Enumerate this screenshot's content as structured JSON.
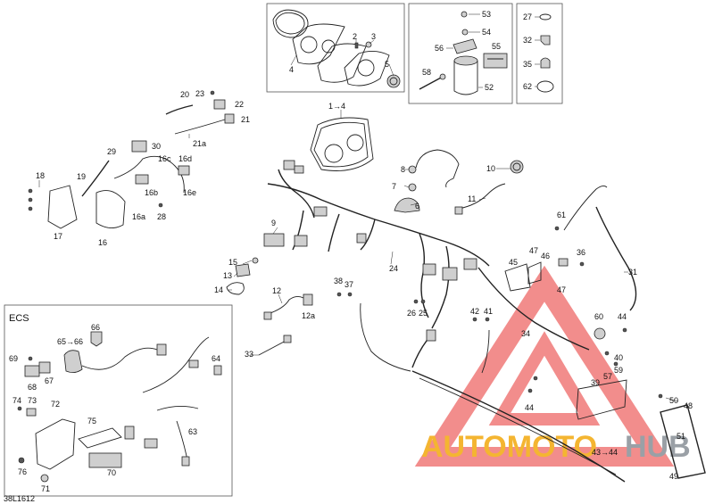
{
  "diagram": {
    "drawing_ref": "38L1612",
    "inset_title": "ECS",
    "logo": {
      "text_auto": "AUTOMOTO",
      "text_hub": "HUB",
      "colors": {
        "triangle": "#e8302e",
        "auto": "#f4b531",
        "hub": "#9aa0a6"
      }
    },
    "labels": {
      "l1_4": "1→4",
      "l2": "2",
      "l3": "3",
      "l4": "4",
      "l5": "5",
      "l6": "6",
      "l7": "7",
      "l8": "8",
      "l9": "9",
      "l10": "10",
      "l11": "11",
      "l12": "12",
      "l12a": "12a",
      "l13": "13",
      "l14": "14",
      "l15": "15",
      "l16": "16",
      "l16a": "16a",
      "l16b": "16b",
      "l16c": "16c",
      "l16d": "16d",
      "l16e": "16e",
      "l17": "17",
      "l18": "18",
      "l19": "19",
      "l20": "20",
      "l21": "21",
      "l21a": "21a",
      "l22": "22",
      "l23": "23",
      "l24": "24",
      "l25": "25",
      "l26": "26",
      "l27": "27",
      "l28": "28",
      "l29": "29",
      "l30": "30",
      "l31": "31",
      "l32": "32",
      "l33": "33",
      "l34": "34",
      "l35": "35",
      "l36": "36",
      "l37": "37",
      "l38": "38",
      "l39": "39",
      "l40": "40",
      "l41": "41",
      "l42": "42",
      "l43_44": "43→44",
      "l44a": "44",
      "l44b": "44",
      "l45": "45",
      "l46": "46",
      "l47a": "47",
      "l47b": "47",
      "l48": "48",
      "l49": "49",
      "l50": "50",
      "l51": "51",
      "l52": "52",
      "l53": "53",
      "l54": "54",
      "l55": "55",
      "l56": "56",
      "l57": "57",
      "l58": "58",
      "l59": "59",
      "l60": "60",
      "l61": "61",
      "l62": "62",
      "l63": "63",
      "l64": "64",
      "l65_66": "65→66",
      "l66": "66",
      "l67": "67",
      "l68": "68",
      "l69": "69",
      "l70": "70",
      "l71": "71",
      "l72": "72",
      "l73": "73",
      "l74": "74",
      "l75": "75",
      "l76": "76"
    }
  }
}
